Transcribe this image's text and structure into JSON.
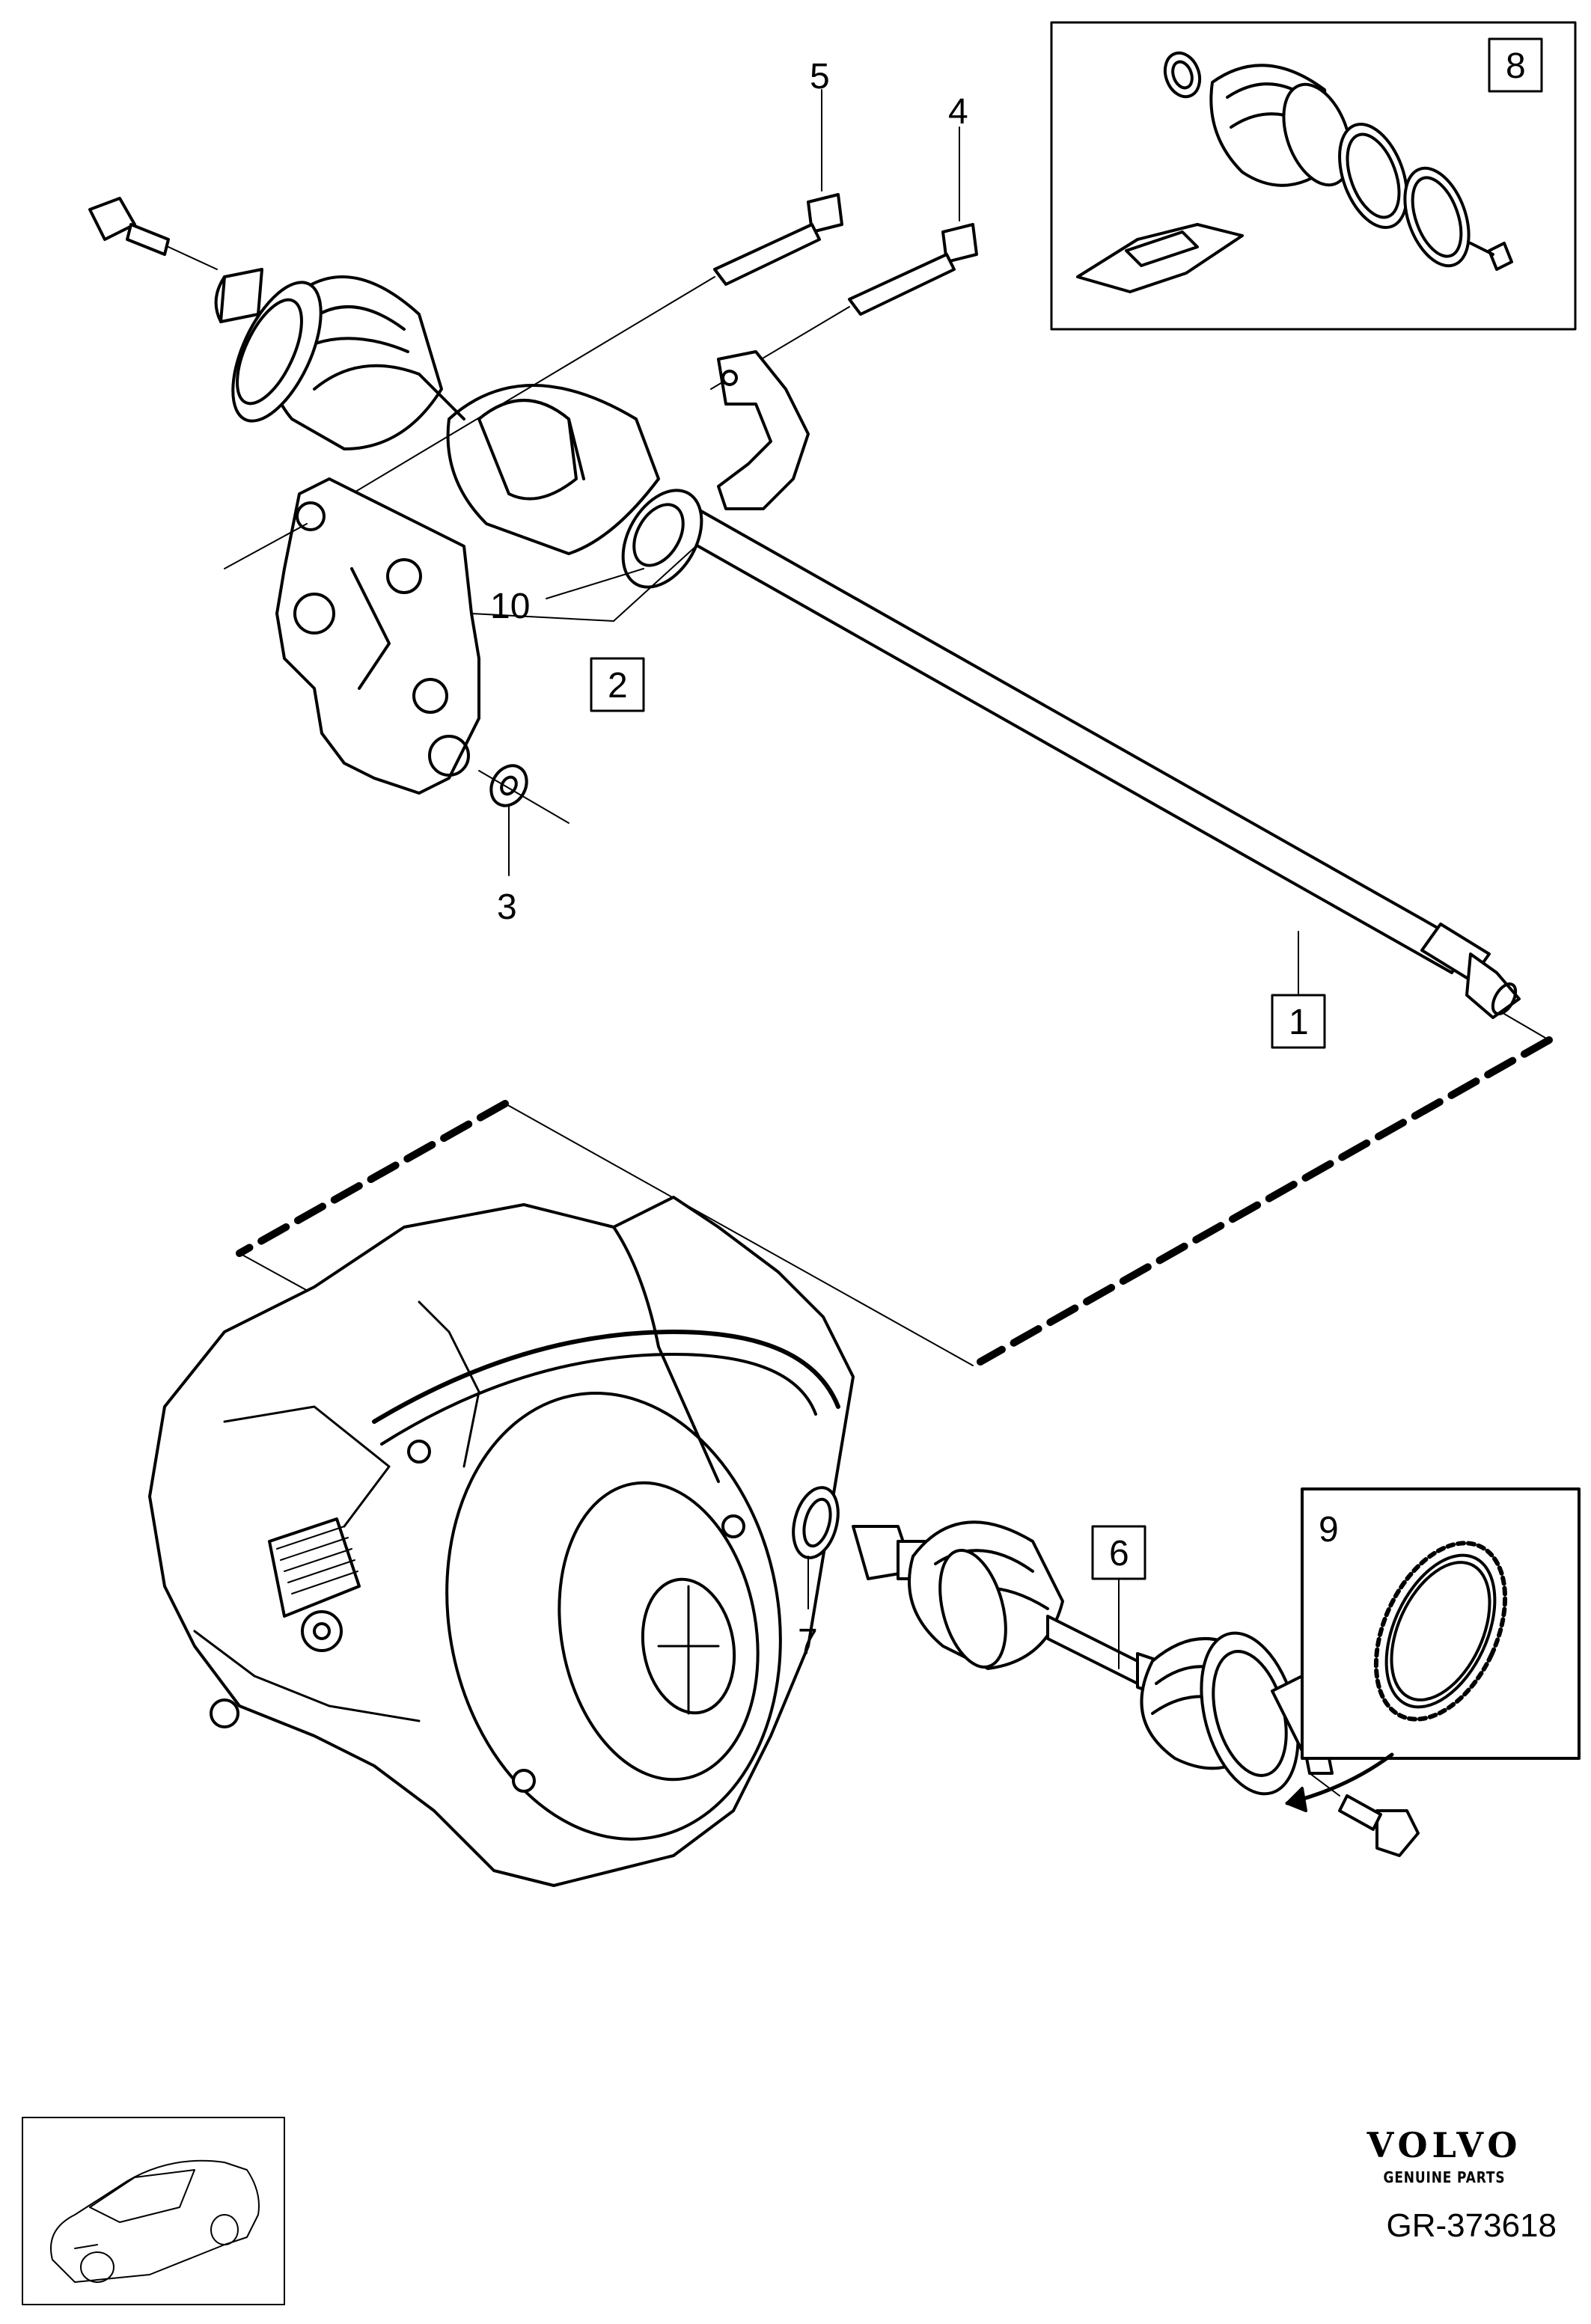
{
  "callouts": {
    "c1": "1",
    "c2": "2",
    "c3": "3",
    "c4": "4",
    "c5": "5",
    "c6": "6",
    "c7": "7",
    "c8": "8",
    "c9": "9",
    "c10": "10"
  },
  "brand": {
    "name": "VOLVO",
    "tagline": "GENUINE PARTS"
  },
  "diagram_id": "GR-373618",
  "icons": {
    "vehicle": "car-thumbnail-icon",
    "transmission": "transmission-icon"
  }
}
